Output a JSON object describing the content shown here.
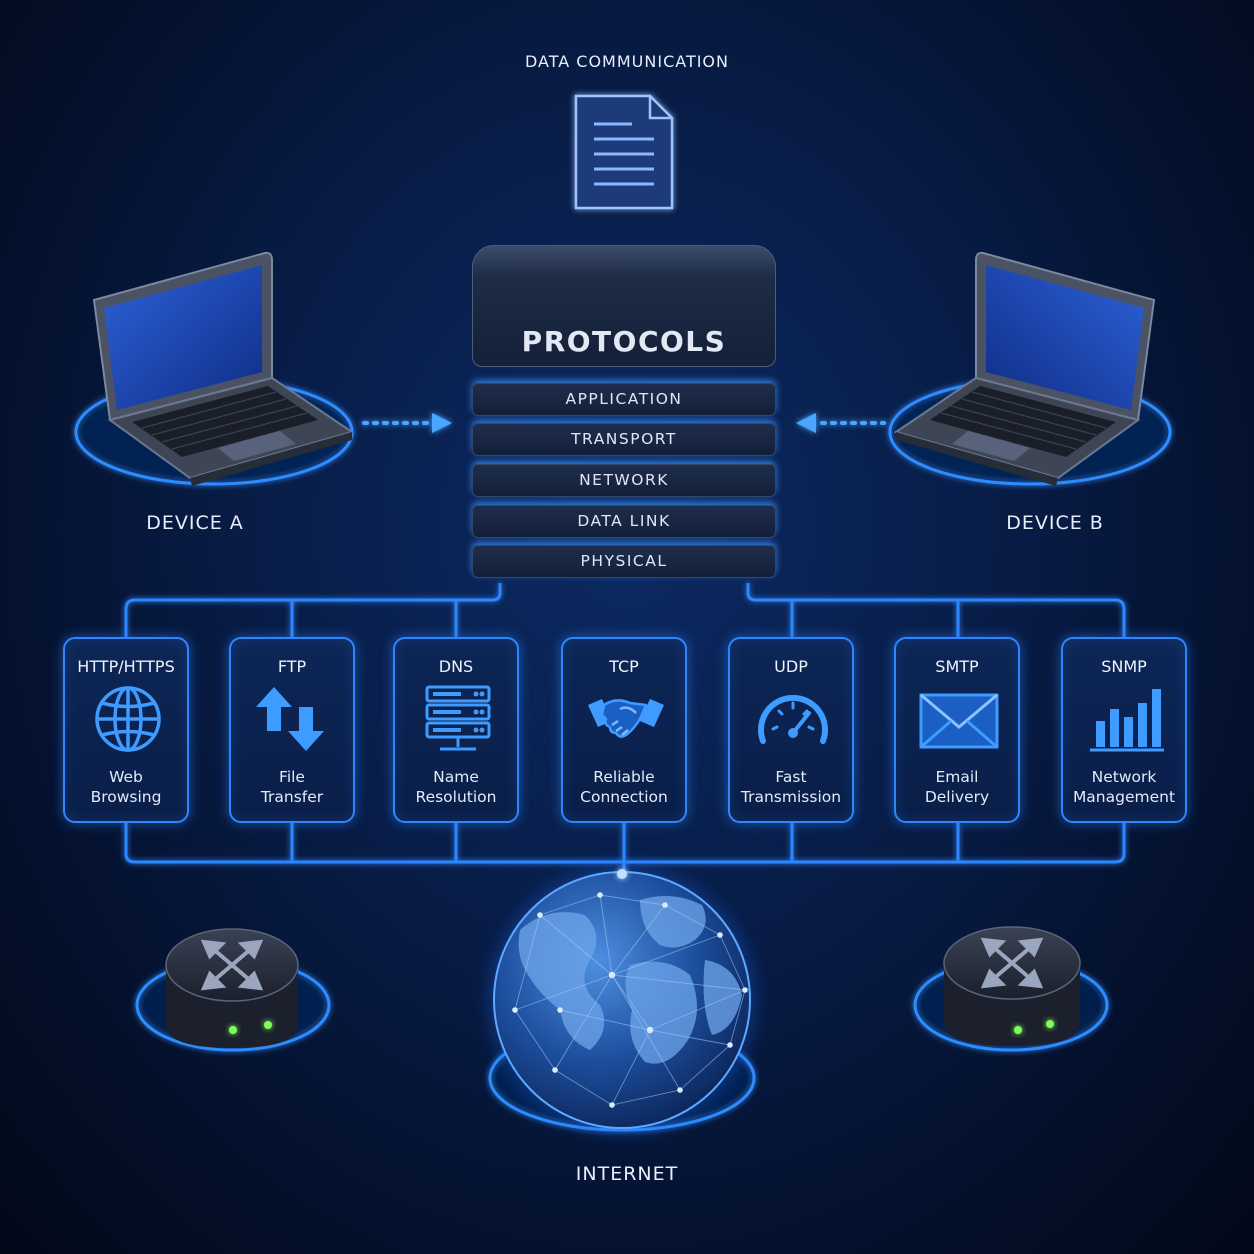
{
  "title": "DATA COMMUNICATION",
  "stack": {
    "title": "PROTOCOLS",
    "layers": [
      "APPLICATION",
      "TRANSPORT",
      "NETWORK",
      "DATA LINK",
      "PHYSICAL"
    ]
  },
  "devices": {
    "a": "DEVICE A",
    "b": "DEVICE B"
  },
  "internet": "INTERNET",
  "protocols": [
    {
      "name": "HTTP/HTTPS",
      "desc1": "Web",
      "desc2": "Browsing",
      "icon": "globe-icon"
    },
    {
      "name": "FTP",
      "desc1": "File",
      "desc2": "Transfer",
      "icon": "up-down-arrows-icon"
    },
    {
      "name": "DNS",
      "desc1": "Name",
      "desc2": "Resolution",
      "icon": "server-icon"
    },
    {
      "name": "TCP",
      "desc1": "Reliable",
      "desc2": "Connection",
      "icon": "handshake-icon"
    },
    {
      "name": "UDP",
      "desc1": "Fast",
      "desc2": "Transmission",
      "icon": "speedometer-icon"
    },
    {
      "name": "SMTP",
      "desc1": "Email",
      "desc2": "Delivery",
      "icon": "envelope-icon"
    },
    {
      "name": "SNMP",
      "desc1": "Network",
      "desc2": "Management",
      "icon": "bar-chart-icon"
    }
  ],
  "colors": {
    "accent": "#2e86ff",
    "glow": "#3a9bff",
    "background": "#061636"
  }
}
